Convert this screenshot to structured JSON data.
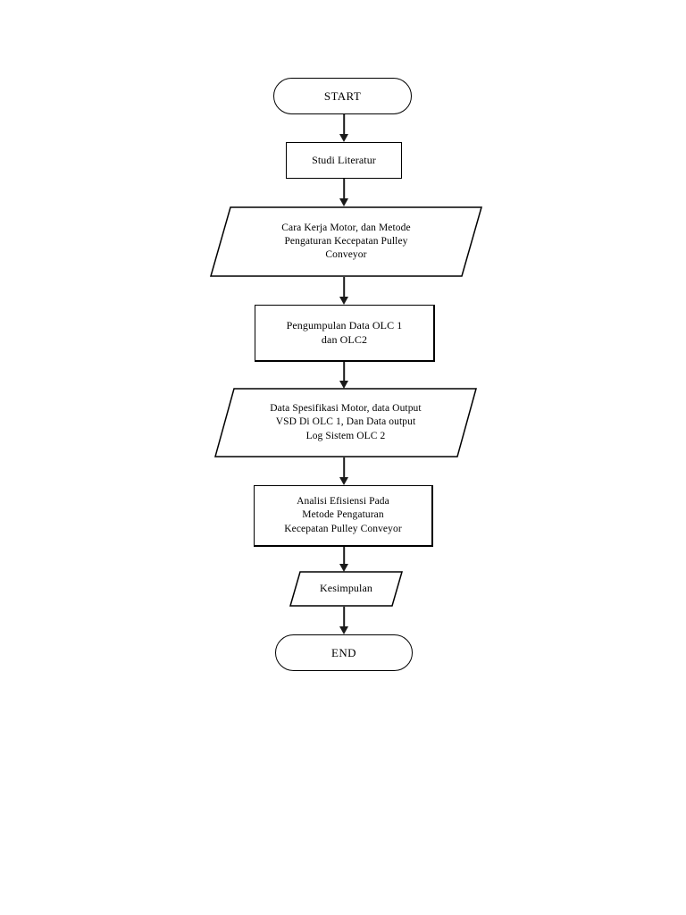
{
  "diagram": {
    "type": "flowchart",
    "title": "",
    "orientation": "top-to-bottom",
    "background_color": "#ffffff",
    "line_color": "#000000",
    "nodes": [
      {
        "id": "start",
        "shape": "terminator",
        "label": "START"
      },
      {
        "id": "studi-literatur",
        "shape": "process",
        "label": "Studi Literatur"
      },
      {
        "id": "cara-kerja-motor",
        "shape": "data-parallelogram",
        "label": "Cara Kerja Motor, dan Metode\nPengaturan Kecepatan Pulley\nConveyor"
      },
      {
        "id": "pengumpulan-data",
        "shape": "process",
        "label": "Pengumpulan Data OLC 1\ndan OLC2"
      },
      {
        "id": "data-spesifikasi",
        "shape": "data-parallelogram",
        "label": "Data Spesifikasi Motor, data Output\nVSD Di OLC 1, Dan Data output\nLog Sistem OLC 2"
      },
      {
        "id": "analisi-efisiensi",
        "shape": "process",
        "label": "Analisi Efisiensi Pada\nMetode Pengaturan\nKecepatan Pulley Conveyor"
      },
      {
        "id": "kesimpulan",
        "shape": "data-parallelogram",
        "label": "Kesimpulan"
      },
      {
        "id": "end",
        "shape": "terminator",
        "label": "END"
      }
    ],
    "connectors": [
      {
        "id": "c1",
        "from": "start",
        "to": "studi-literatur",
        "arrow": "down"
      },
      {
        "id": "c2",
        "from": "studi-literatur",
        "to": "cara-kerja-motor",
        "arrow": "down"
      },
      {
        "id": "c3",
        "from": "cara-kerja-motor",
        "to": "pengumpulan-data",
        "arrow": "down"
      },
      {
        "id": "c4",
        "from": "pengumpulan-data",
        "to": "data-spesifikasi",
        "arrow": "down"
      },
      {
        "id": "c5",
        "from": "data-spesifikasi",
        "to": "analisi-efisiensi",
        "arrow": "down"
      },
      {
        "id": "c6",
        "from": "analisi-efisiensi",
        "to": "kesimpulan",
        "arrow": "down"
      },
      {
        "id": "c7",
        "from": "kesimpulan",
        "to": "end",
        "arrow": "down"
      }
    ]
  }
}
